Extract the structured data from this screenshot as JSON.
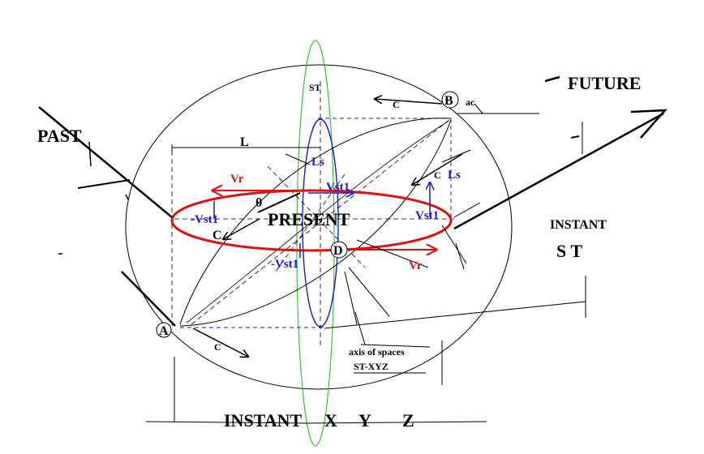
{
  "labels": {
    "future": "FUTURE",
    "past": "PAST",
    "present": "PRESENT",
    "instant_st_line1": "INSTANT",
    "instant_st_line2": "S T",
    "instant_xyz": "INSTANT",
    "x": "X",
    "y": "Y",
    "z": "Z",
    "axis_of_spaces_line1": "axis of spaces",
    "axis_of_spaces_line2": "ST-XYZ",
    "st": "ST",
    "l": "L",
    "ls_left": "Ls",
    "ls_right": "Ls",
    "vr_top": "Vr",
    "vr_bottom": "Vr",
    "vst1_top": "Vst1",
    "vst1_left": "-Vst1",
    "vst1_right": "Vst1",
    "vst1_bottom": "-Vst1",
    "theta": "θ",
    "c_top": "C",
    "c_mid": "C",
    "c_left": "C",
    "c_bottom": "C",
    "point_a": "A",
    "point_b": "B",
    "point_d": "D",
    "ac": "ac"
  },
  "colors": {
    "line": "#000000",
    "ellipse_red": "#e01010",
    "ellipse_green": "#39c239",
    "blue": "#1b1bd6",
    "background": "#ffffff"
  }
}
